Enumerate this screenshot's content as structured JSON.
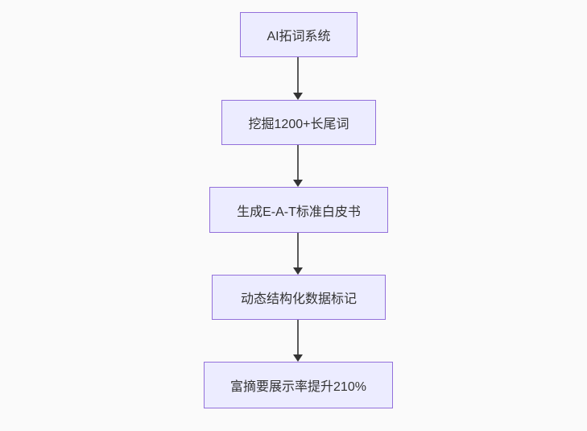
{
  "diagram": {
    "type": "flowchart",
    "direction": "top-down",
    "nodes": [
      {
        "id": "n1",
        "label": "AI拓词系统"
      },
      {
        "id": "n2",
        "label": "挖掘1200+长尾词"
      },
      {
        "id": "n3",
        "label": "生成E-A-T标准白皮书"
      },
      {
        "id": "n4",
        "label": "动态结构化数据标记"
      },
      {
        "id": "n5",
        "label": "富摘要展示率提升210%"
      }
    ],
    "edges": [
      {
        "from": "n1",
        "to": "n2"
      },
      {
        "from": "n2",
        "to": "n3"
      },
      {
        "from": "n3",
        "to": "n4"
      },
      {
        "from": "n4",
        "to": "n5"
      }
    ],
    "colors": {
      "background": "#fafafa",
      "node_fill": "#ececff",
      "node_border": "#9370db",
      "node_text": "#333333",
      "arrow_line": "#595959",
      "arrow_head": "#333333"
    }
  }
}
